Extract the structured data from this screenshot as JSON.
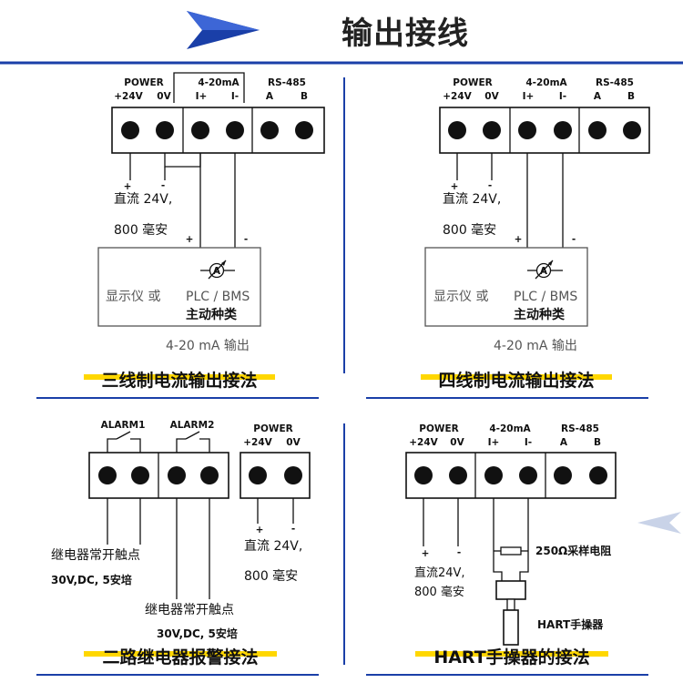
{
  "page_title": "输出接线",
  "colors": {
    "accent_blue": "#1a3fa8",
    "caption_underline": "#ffd700",
    "ink": "#111111"
  },
  "terminals": {
    "power": "POWER",
    "v24": "+24V",
    "v0": "0V",
    "current_loop": "4-20mA",
    "i_plus": "I+",
    "i_minus": "I-",
    "rs485": "RS-485",
    "a": "A",
    "b": "B",
    "alarm1": "ALARM1",
    "alarm2": "ALARM2"
  },
  "labels": {
    "plus": "+",
    "minus": "-",
    "dc24": "直流 24V,",
    "dc24_compact": "直流24V,",
    "ma800": "800 毫安",
    "display_or": "显示仪 或",
    "plc_bms": "PLC / BMS",
    "active_type": "主动种类",
    "output": "4-20 mA 输出",
    "relay_contact": "继电器常开触点",
    "relay_rating": "30V,DC, 5安培",
    "resistor": "250Ω采样电阻",
    "hart_device": "HART手操器",
    "ammeter": "A"
  },
  "panels": [
    {
      "caption": "三线制电流输出接法"
    },
    {
      "caption": "四线制电流输出接法"
    },
    {
      "caption": "二路继电器报警接法"
    },
    {
      "caption": "HART手操器的接法"
    }
  ]
}
